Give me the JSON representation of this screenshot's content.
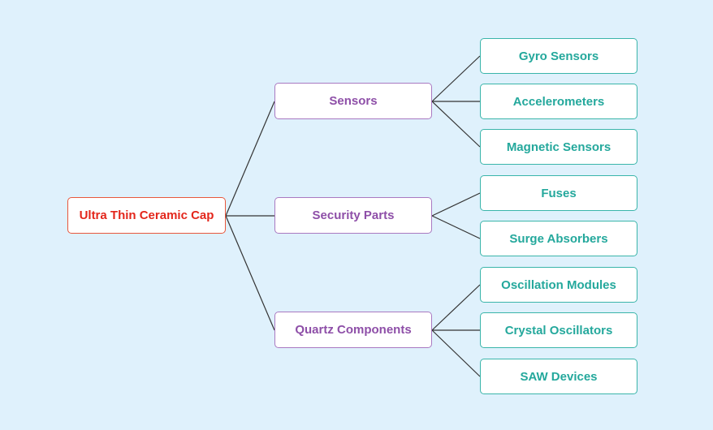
{
  "diagram": {
    "root": {
      "label": "Ultra Thin Ceramic Cap"
    },
    "branches": [
      {
        "label": "Sensors",
        "children": [
          {
            "label": "Gyro Sensors"
          },
          {
            "label": "Accelerometers"
          },
          {
            "label": "Magnetic Sensors"
          }
        ]
      },
      {
        "label": "Security Parts",
        "children": [
          {
            "label": "Fuses"
          },
          {
            "label": "Surge Absorbers"
          }
        ]
      },
      {
        "label": "Quartz Components",
        "children": [
          {
            "label": "Oscillation Modules"
          },
          {
            "label": "Crystal Oscillators"
          },
          {
            "label": "SAW Devices"
          }
        ]
      }
    ],
    "colors": {
      "background": "#dff1fc",
      "root_text": "#e3261b",
      "branch_text": "#8e4fa8",
      "leaf_text": "#24a89c",
      "connector": "#333333"
    }
  }
}
